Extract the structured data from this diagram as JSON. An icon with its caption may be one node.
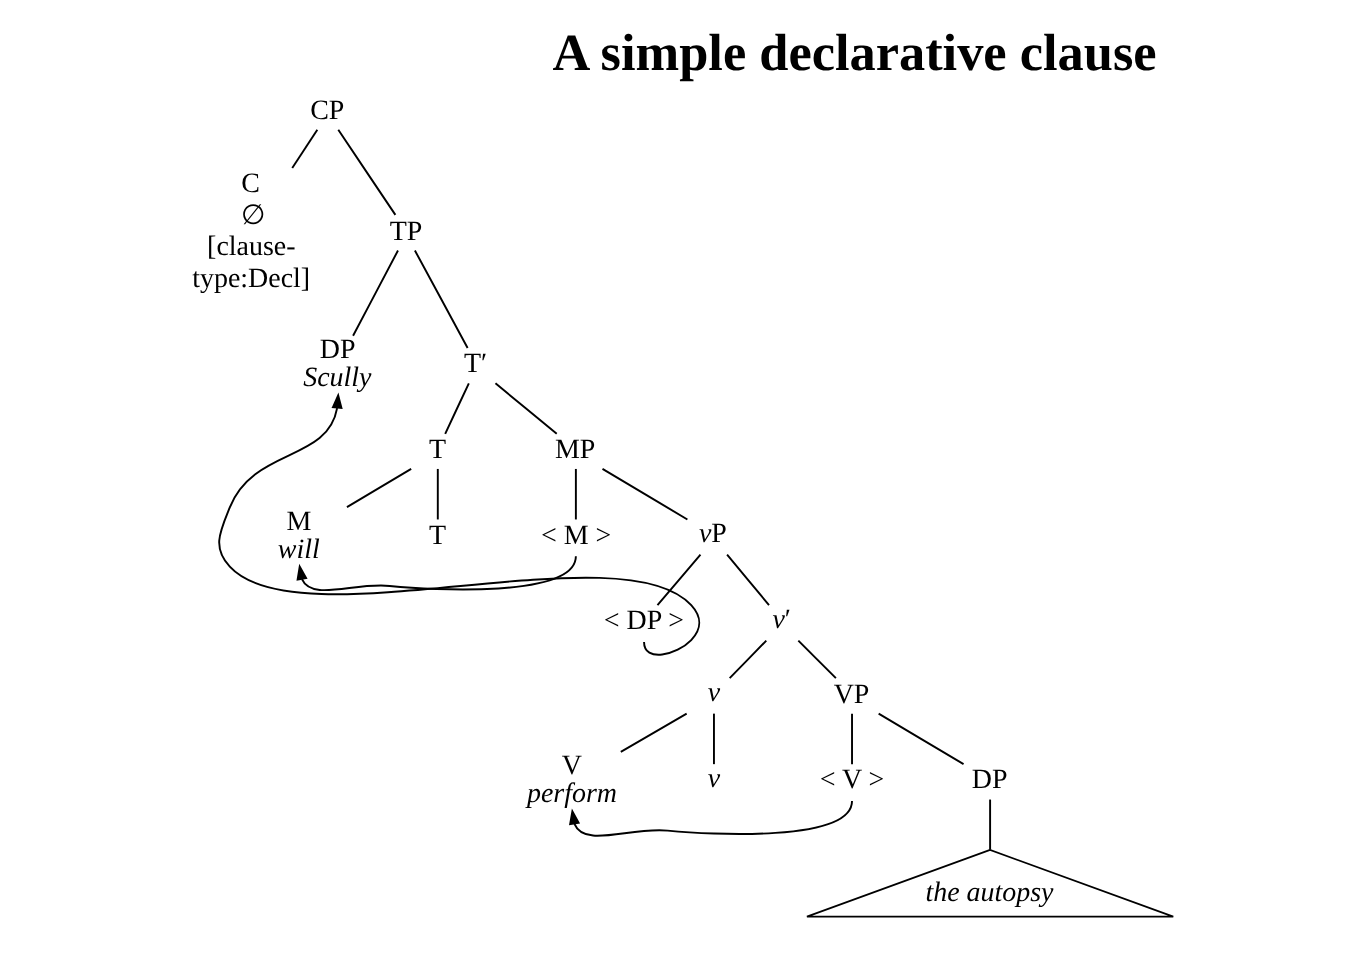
{
  "diagram": {
    "title": "A simple declarative clause",
    "nodes": [
      {
        "text": [
          "CP"
        ]
      },
      {
        "text": [
          "C",
          "∅",
          "[clause-type:Decl]"
        ]
      },
      {
        "text": [
          "TP"
        ]
      },
      {
        "text": [
          "DP",
          "Scully"
        ]
      },
      {
        "text": [
          "T′"
        ]
      },
      {
        "text": [
          "T"
        ]
      },
      {
        "text": [
          "MP"
        ]
      },
      {
        "text": [
          "M",
          "will"
        ]
      },
      {
        "text": [
          "T"
        ]
      },
      {
        "text": [
          "< M >"
        ]
      },
      {
        "text": [
          "vP"
        ]
      },
      {
        "text": [
          "< DP >"
        ]
      },
      {
        "text": [
          "v′"
        ]
      },
      {
        "text": [
          "v"
        ]
      },
      {
        "text": [
          "VP"
        ]
      },
      {
        "text": [
          "V",
          "perform"
        ]
      },
      {
        "text": [
          "v"
        ]
      },
      {
        "text": [
          "< V >"
        ]
      },
      {
        "text": [
          "DP"
        ]
      },
      {
        "text": [
          "the autopsy"
        ]
      }
    ],
    "edges": [
      {
        "from": 0,
        "to": 1,
        "arrow": "none"
      },
      {
        "from": 0,
        "to": 2,
        "arrow": "none"
      },
      {
        "from": 2,
        "to": 3,
        "arrow": "none"
      },
      {
        "from": 2,
        "to": 4,
        "arrow": "none"
      },
      {
        "from": 4,
        "to": 5,
        "arrow": "none"
      },
      {
        "from": 4,
        "to": 6,
        "arrow": "none"
      },
      {
        "from": 5,
        "to": 7,
        "arrow": "none"
      },
      {
        "from": 5,
        "to": 8,
        "arrow": "none"
      },
      {
        "from": 6,
        "to": 9,
        "arrow": "none"
      },
      {
        "from": 6,
        "to": 10,
        "arrow": "none"
      },
      {
        "from": 10,
        "to": 11,
        "arrow": "none"
      },
      {
        "from": 10,
        "to": 12,
        "arrow": "none"
      },
      {
        "from": 12,
        "to": 13,
        "arrow": "none"
      },
      {
        "from": 12,
        "to": 14,
        "arrow": "none"
      },
      {
        "from": 13,
        "to": 15,
        "arrow": "none"
      },
      {
        "from": 13,
        "to": 16,
        "arrow": "none"
      },
      {
        "from": 14,
        "to": 17,
        "arrow": "none"
      },
      {
        "from": 14,
        "to": 18,
        "arrow": "none"
      },
      {
        "from": 18,
        "to": 19,
        "arrow": "none"
      },
      {
        "from": 9,
        "to": 7,
        "arrow": "to"
      },
      {
        "from": 11,
        "to": 3,
        "arrow": "to"
      },
      {
        "from": 17,
        "to": 15,
        "arrow": "to"
      }
    ]
  }
}
